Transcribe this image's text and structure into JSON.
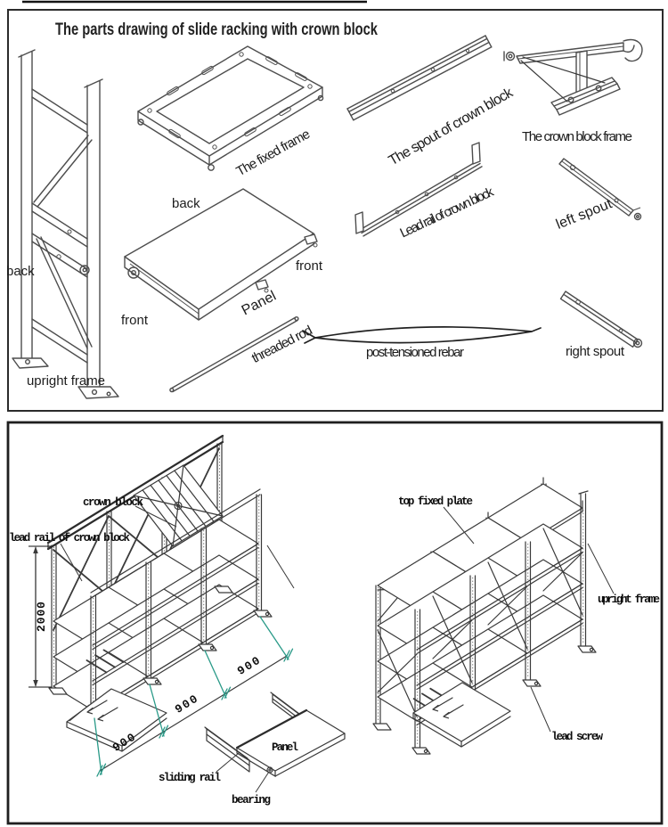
{
  "colors": {
    "accent_teal": "#2a9a88",
    "line_dark": "#3a3a3a",
    "line_mid": "#4d4d4d",
    "text": "#1a1a1a"
  },
  "parts_panel": {
    "title": "The parts drawing of slide racking with crown block",
    "upright_frame": {
      "label": "upright frame",
      "back": "back",
      "front": "front"
    },
    "fixed_frame": {
      "label": "The fixed frame"
    },
    "spout_of_crown_block": {
      "label": "The spout of crown block"
    },
    "crown_block_frame": {
      "label": "The crown block frame"
    },
    "panel": {
      "label": "Panel",
      "back": "back",
      "front": "front"
    },
    "lead_rail_of_crown_block": {
      "label": "Lead rail of crown block"
    },
    "left_spout": {
      "label": "left spout"
    },
    "threaded_rod": {
      "label": "threaded rod"
    },
    "post_tensioned_rebar": {
      "label": "post-tensioned rebar"
    },
    "right_spout": {
      "label": "right spout"
    }
  },
  "assembly_panel": {
    "left_rack": {
      "crown_block": "crown block",
      "lead_rail": "lead rail of crown block",
      "height_mm": "2000",
      "bay_width_mm": [
        "900",
        "900",
        "900"
      ],
      "sliding_rail": "sliding rail",
      "bearing": "bearing",
      "panel": "Panel"
    },
    "right_rack": {
      "top_fixed_plate": "top fixed plate",
      "upright_frame": "upright frame",
      "lead_screw": "lead screw"
    }
  }
}
